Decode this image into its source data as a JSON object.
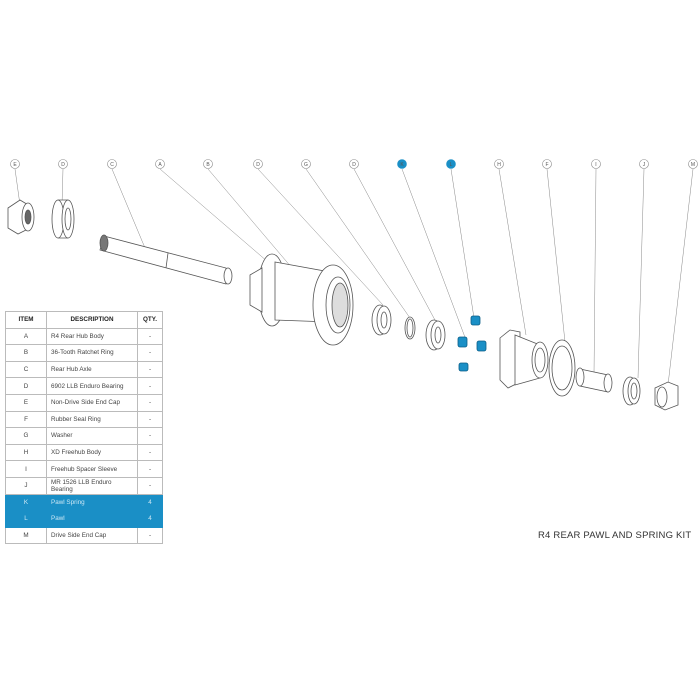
{
  "callouts": [
    {
      "label": "E",
      "highlight": false
    },
    {
      "label": "D",
      "highlight": false
    },
    {
      "label": "C",
      "highlight": false
    },
    {
      "label": "A",
      "highlight": false
    },
    {
      "label": "B",
      "highlight": false
    },
    {
      "label": "D",
      "highlight": false
    },
    {
      "label": "G",
      "highlight": false
    },
    {
      "label": "D",
      "highlight": false
    },
    {
      "label": "K",
      "highlight": true
    },
    {
      "label": "L",
      "highlight": true
    },
    {
      "label": "H",
      "highlight": false
    },
    {
      "label": "F",
      "highlight": false
    },
    {
      "label": "I",
      "highlight": false
    },
    {
      "label": "J",
      "highlight": false
    },
    {
      "label": "M",
      "highlight": false
    }
  ],
  "colors": {
    "highlight": "#1a8fc6",
    "line": "#777777"
  },
  "table": {
    "headers": [
      "ITEM",
      "DESCRIPTION",
      "QTY."
    ],
    "rows": [
      {
        "item": "A",
        "description": "R4 Rear Hub Body",
        "qty": "-",
        "highlight": false
      },
      {
        "item": "B",
        "description": "36-Tooth Ratchet Ring",
        "qty": "-",
        "highlight": false
      },
      {
        "item": "C",
        "description": "Rear Hub Axle",
        "qty": "-",
        "highlight": false
      },
      {
        "item": "D",
        "description": "6902 LLB Enduro Bearing",
        "qty": "-",
        "highlight": false
      },
      {
        "item": "E",
        "description": "Non-Drive Side End Cap",
        "qty": "-",
        "highlight": false
      },
      {
        "item": "F",
        "description": "Rubber Seal Ring",
        "qty": "-",
        "highlight": false
      },
      {
        "item": "G",
        "description": "Washer",
        "qty": "-",
        "highlight": false
      },
      {
        "item": "H",
        "description": "XD Freehub Body",
        "qty": "-",
        "highlight": false
      },
      {
        "item": "I",
        "description": "Freehub Spacer Sleeve",
        "qty": "-",
        "highlight": false
      },
      {
        "item": "J",
        "description": "MR 1526 LLB Enduro Bearing",
        "qty": "-",
        "highlight": false
      },
      {
        "item": "K",
        "description": "Pawl Spring",
        "qty": "4",
        "highlight": true
      },
      {
        "item": "L",
        "description": "Pawl",
        "qty": "4",
        "highlight": true
      },
      {
        "item": "M",
        "description": "Drive Side End Cap",
        "qty": "-",
        "highlight": false
      }
    ]
  },
  "caption": "R4 REAR PAWL AND SPRING KIT"
}
